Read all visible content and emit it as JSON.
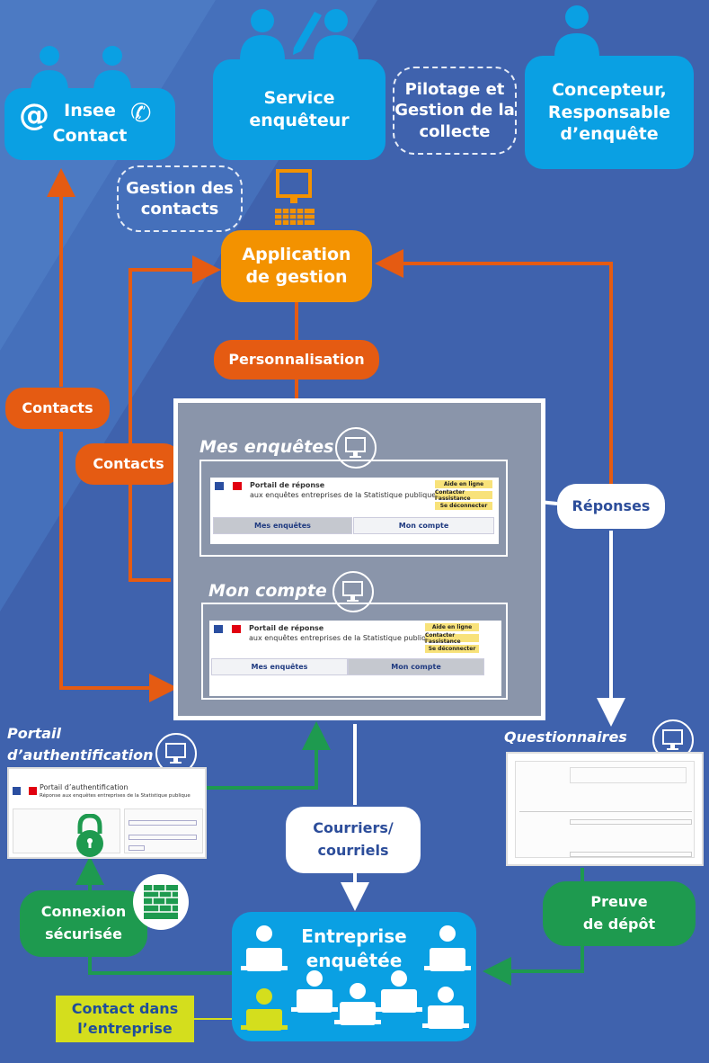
{
  "nodes": {
    "insee_contact": {
      "line1": "Insee",
      "line2": "Contact",
      "at": "@"
    },
    "service_enqueteur": {
      "line1": "Service",
      "line2": "enquêteur"
    },
    "pilotage": {
      "line1": "Pilotage et",
      "line2": "Gestion de la",
      "line3": "collecte"
    },
    "concepteur": {
      "line1": "Concepteur,",
      "line2": "Responsable",
      "line3": "d’enquête"
    },
    "gestion_contacts": {
      "line1": "Gestion des",
      "line2": "contacts"
    },
    "application": {
      "line1": "Application",
      "line2": "de gestion"
    },
    "entreprise": {
      "line1": "Entreprise",
      "line2": "enquêtée"
    }
  },
  "pills": {
    "personnalisation": "Personnalisation",
    "contacts_left": "Contacts",
    "contacts_mid": "Contacts",
    "reponses": "Réponses",
    "courriers_1": "Courriers/",
    "courriers_2": "courriels",
    "connexion_1": "Connexion",
    "connexion_2": "sécurisée",
    "preuve_1": "Preuve",
    "preuve_2": "de dépôt",
    "contact_entreprise_1": "Contact dans",
    "contact_entreprise_2": "l’entreprise"
  },
  "sections": {
    "mes_enquetes": "Mes enquêtes",
    "mon_compte": "Mon compte",
    "portail_auth_1": "Portail",
    "portail_auth_2": "d’authentification",
    "questionnaires": "Questionnaires"
  },
  "portal": {
    "title1": "Portail de réponse",
    "title2": "aux enquêtes entreprises de la Statistique publique",
    "btn_aide": "Aide en ligne",
    "btn_contact": "Contacter l'assistance",
    "btn_deco": "Se déconnecter",
    "tab_enquetes": "Mes enquêtes",
    "tab_compte": "Mon compte"
  },
  "auth_portal": {
    "title1": "Portail d’authentification",
    "title2": "Réponse aux enquêtes entreprises de la Statistique publique"
  },
  "colors": {
    "background": "#3f62ad",
    "blue_node": "#0aa0e3",
    "orange": "#e55b12",
    "app_orange": "#f39200",
    "green": "#1e9a4f",
    "yellow": "#d4de1d"
  }
}
